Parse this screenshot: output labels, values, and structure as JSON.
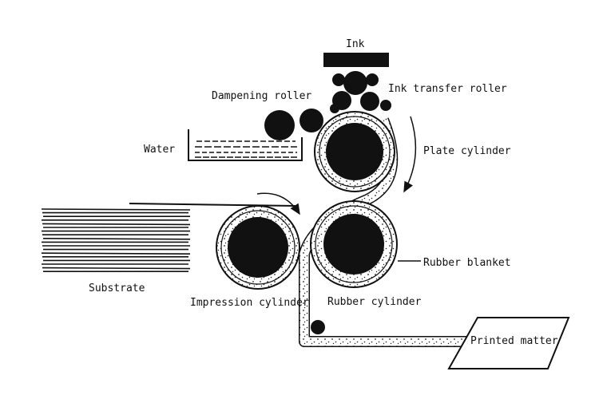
{
  "labels": {
    "ink": "Ink",
    "ink_transfer_roller": "Ink transfer roller",
    "dampening_roller": "Dampening roller",
    "water": "Water",
    "plate_cylinder": "Plate cylinder",
    "substrate": "Substrate",
    "rubber_blanket": "Rubber blanket",
    "impression_cylinder": "Impression cylinder",
    "rubber_cylinder": "Rubber cylinder",
    "printed_matter": "Printed matter"
  },
  "colors": {
    "line": "#111111",
    "paper": "#ffffff"
  }
}
